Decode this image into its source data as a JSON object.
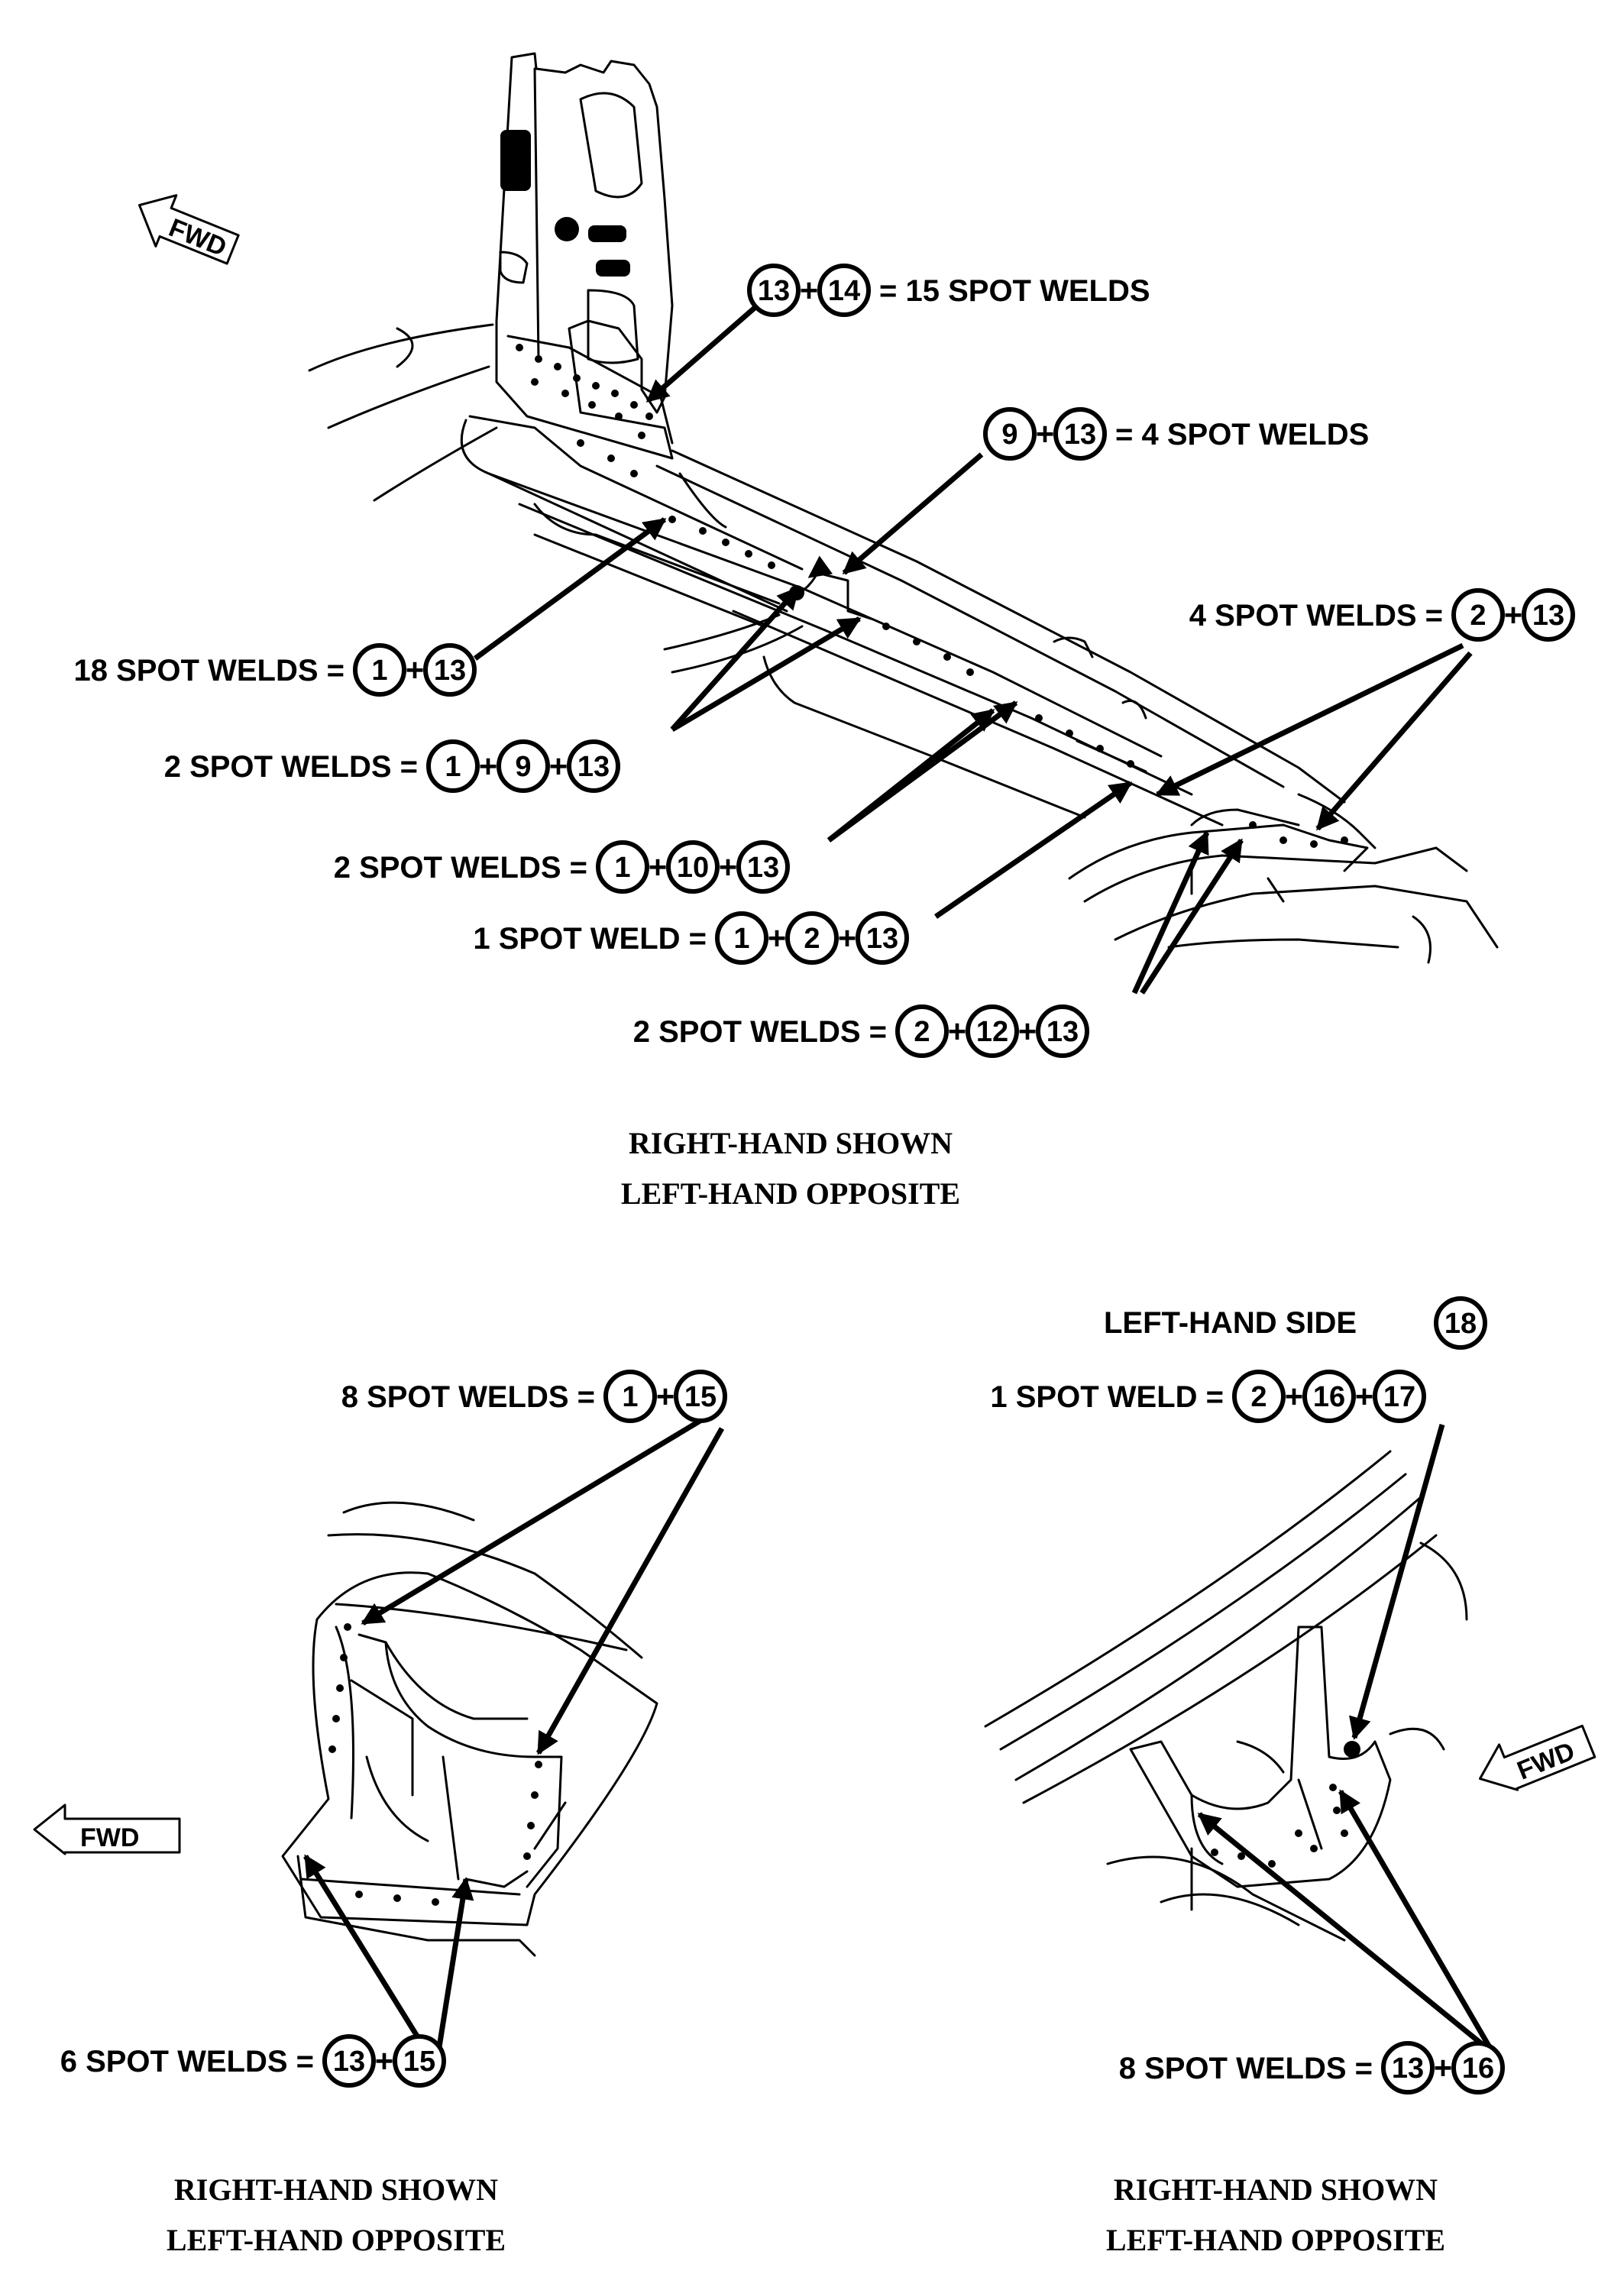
{
  "fwd_label": "FWD",
  "top": {
    "callouts": [
      {
        "id": "c_13_14",
        "left": "",
        "parts": [
          "13",
          "14"
        ],
        "right": "= 15 SPOT WELDS"
      },
      {
        "id": "c_9_13",
        "left": "",
        "parts": [
          "9",
          "13"
        ],
        "right": "= 4 SPOT WELDS"
      },
      {
        "id": "c_4_2_13",
        "left": "4 SPOT WELDS =",
        "parts": [
          "2",
          "13"
        ],
        "right": ""
      },
      {
        "id": "c_18_1_13",
        "left": "18 SPOT WELDS =",
        "parts": [
          "1",
          "13"
        ],
        "right": ""
      },
      {
        "id": "c_2_1_9_13",
        "left": "2 SPOT WELDS =",
        "parts": [
          "1",
          "9",
          "13"
        ],
        "right": ""
      },
      {
        "id": "c_2_1_10_13",
        "left": "2 SPOT WELDS =",
        "parts": [
          "1",
          "10",
          "13"
        ],
        "right": ""
      },
      {
        "id": "c_1_1_2_13",
        "left": "1 SPOT WELD =",
        "parts": [
          "1",
          "2",
          "13"
        ],
        "right": ""
      },
      {
        "id": "c_2_2_12_13",
        "left": "2 SPOT WELDS =",
        "parts": [
          "2",
          "12",
          "13"
        ],
        "right": ""
      }
    ],
    "caption_line1": "RIGHT-HAND SHOWN",
    "caption_line2": "LEFT-HAND OPPOSITE"
  },
  "bottom_left": {
    "callouts": [
      {
        "id": "c_8_1_15",
        "left": "8 SPOT WELDS =",
        "parts": [
          "1",
          "15"
        ],
        "right": ""
      },
      {
        "id": "c_6_13_15",
        "left": "6 SPOT WELDS =",
        "parts": [
          "13",
          "15"
        ],
        "right": ""
      }
    ],
    "caption_line1": "RIGHT-HAND SHOWN",
    "caption_line2": "LEFT-HAND OPPOSITE"
  },
  "bottom_right": {
    "side_label": "LEFT-HAND SIDE",
    "side_ref": "18",
    "callouts": [
      {
        "id": "c_1_2_16_17",
        "left": "1 SPOT WELD =",
        "parts": [
          "2",
          "16",
          "17"
        ],
        "right": ""
      },
      {
        "id": "c_8_13_16",
        "left": "8 SPOT WELDS =",
        "parts": [
          "13",
          "16"
        ],
        "right": ""
      }
    ],
    "caption_line1": "RIGHT-HAND SHOWN",
    "caption_line2": "LEFT-HAND OPPOSITE"
  }
}
